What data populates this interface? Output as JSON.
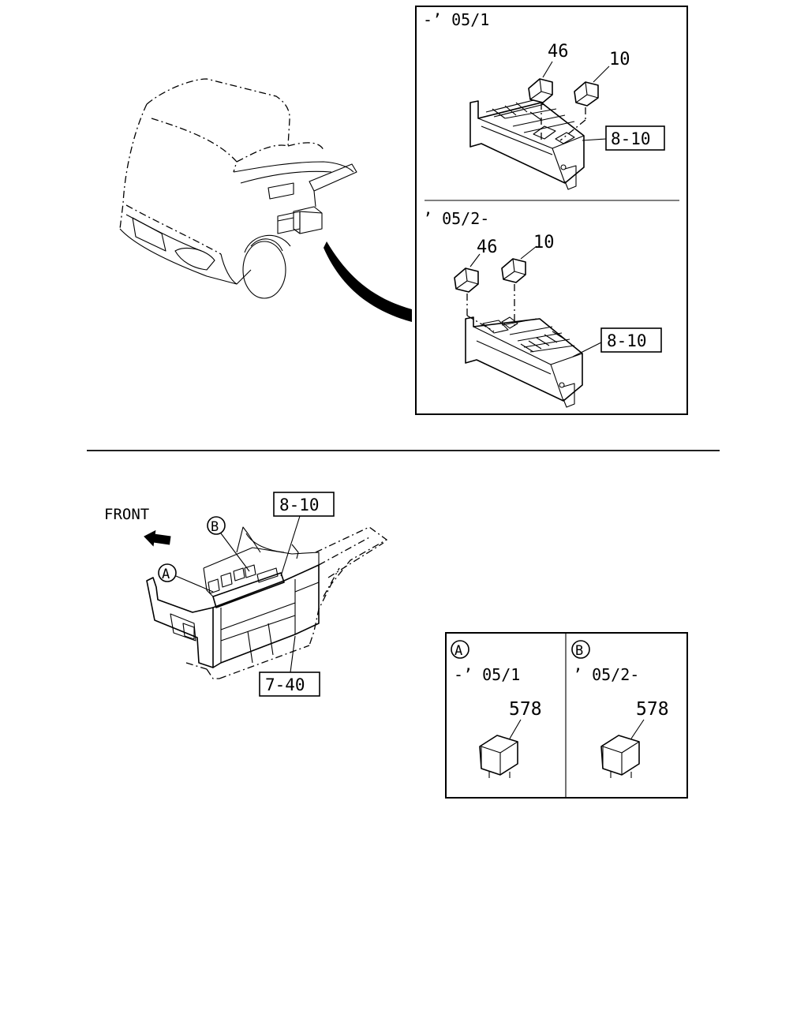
{
  "top_panel": {
    "upper_variant": "-’ 05/1",
    "lower_variant": "’ 05/2-",
    "upper_parts": {
      "relay_a": "46",
      "relay_b": "10",
      "ref": "8-10"
    },
    "lower_parts": {
      "relay_a": "46",
      "relay_b": "10",
      "ref": "8-10"
    }
  },
  "lower_view": {
    "direction_label": "FRONT",
    "callout_a": "A",
    "callout_b": "B",
    "ref_upper": "8-10",
    "ref_lower": "7-40"
  },
  "detail_box": {
    "left": {
      "callout": "A",
      "variant": "-’ 05/1",
      "part": "578"
    },
    "right": {
      "callout": "B",
      "variant": "’ 05/2-",
      "part": "578"
    }
  }
}
